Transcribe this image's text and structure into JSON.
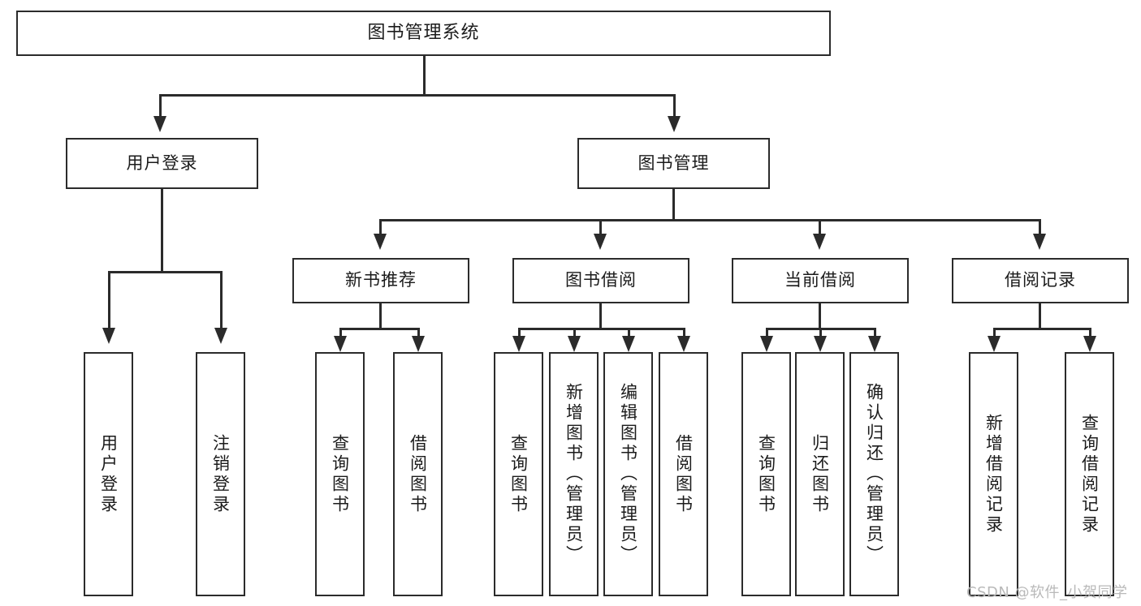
{
  "diagram": {
    "type": "tree-hierarchy",
    "title": "图书管理系统",
    "root": {
      "label": "图书管理系统"
    },
    "level2": [
      {
        "label": "用户登录"
      },
      {
        "label": "图书管理"
      }
    ],
    "level3": [
      {
        "label": "新书推荐"
      },
      {
        "label": "图书借阅"
      },
      {
        "label": "当前借阅"
      },
      {
        "label": "借阅记录"
      }
    ],
    "leaves": {
      "user_login": [
        {
          "label": "用户登录"
        },
        {
          "label": "注销登录"
        }
      ],
      "new_book_recommend": [
        {
          "label": "查询图书"
        },
        {
          "label": "借阅图书"
        }
      ],
      "book_borrow": [
        {
          "label": "查询图书"
        },
        {
          "label": "新增图书（管理员）"
        },
        {
          "label": "编辑图书（管理员）"
        },
        {
          "label": "借阅图书"
        }
      ],
      "current_borrow": [
        {
          "label": "查询图书"
        },
        {
          "label": "归还图书"
        },
        {
          "label": "确认归还（管理员）"
        }
      ],
      "borrow_record": [
        {
          "label": "新增借阅记录"
        },
        {
          "label": "查询借阅记录"
        }
      ]
    }
  },
  "watermark": {
    "text": "CSDN @软件_小贺同学"
  },
  "colors": {
    "line": "#2b2b2b",
    "box_border": "#2b2b2b",
    "box_fill": "#ffffff",
    "text": "#1b1b1b",
    "watermark": "#b9b9b9",
    "background": "#ffffff"
  }
}
